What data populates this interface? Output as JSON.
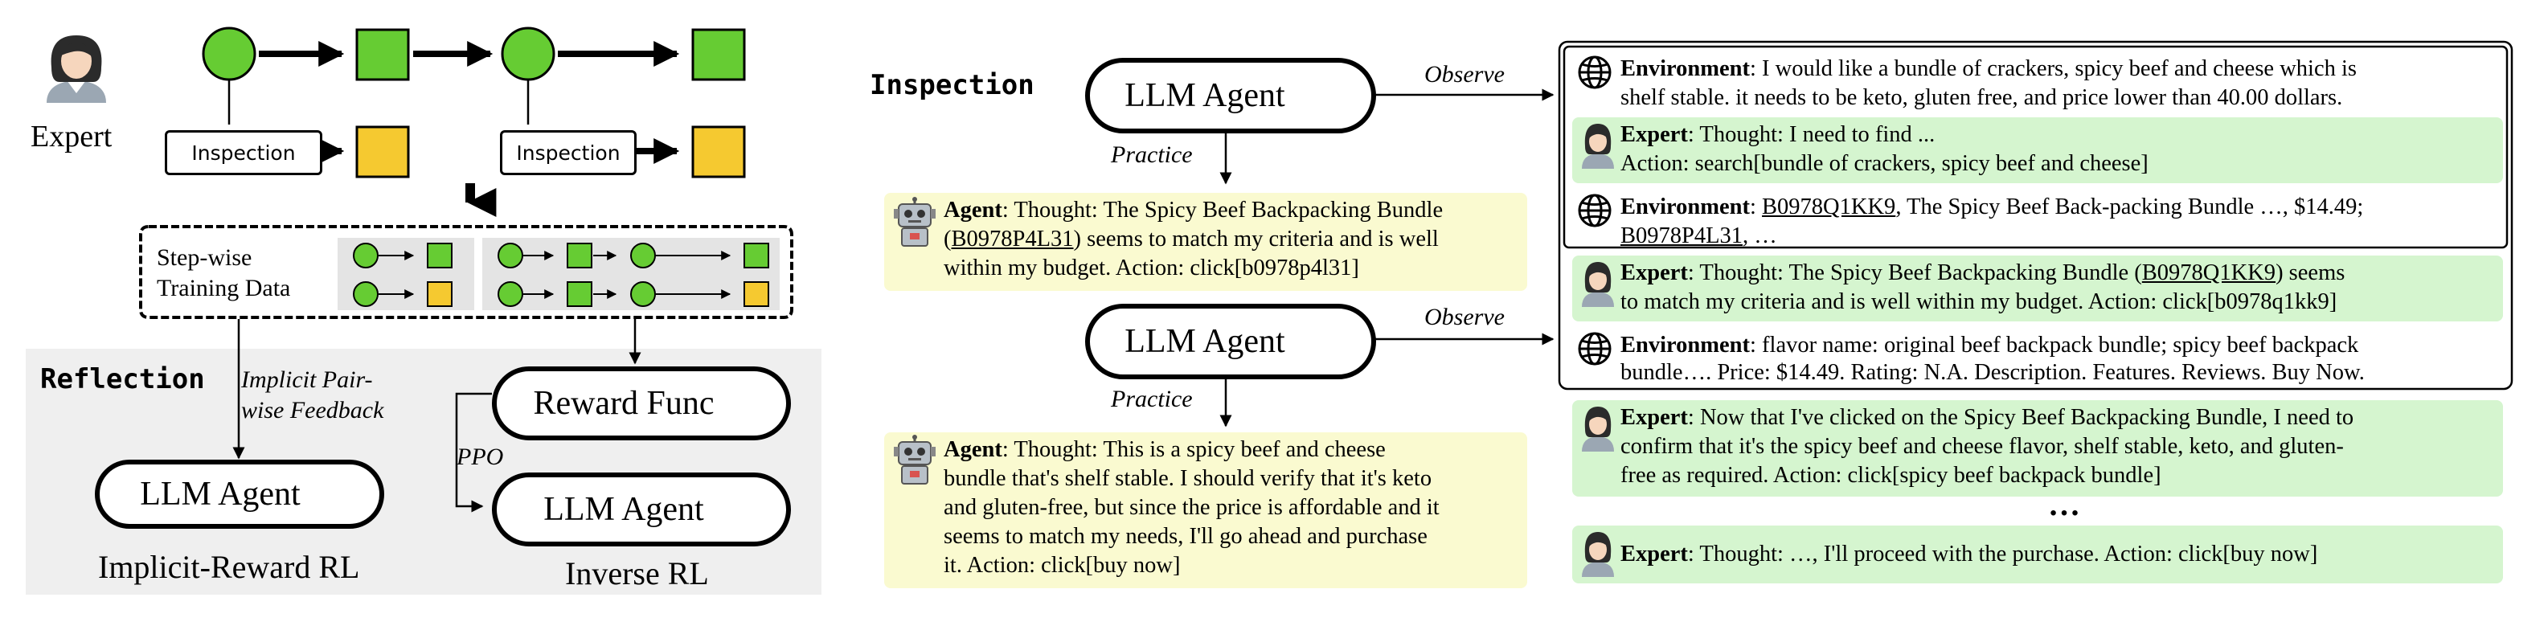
{
  "left": {
    "expert_label": "Expert",
    "inspection_label": "Inspection",
    "training_label_1": "Step-wise",
    "training_label_2": "Training Data",
    "reflection_label": "Reflection",
    "implicit_label_1": "Implicit Pair-",
    "implicit_label_2": "wise Feedback",
    "llm_agent_label": "LLM Agent",
    "reward_func_label": "Reward Func",
    "ppo_label": "PPO",
    "implicit_rl_label": "Implicit-Reward RL",
    "inverse_rl_label": "Inverse RL"
  },
  "right": {
    "inspection_label": "Inspection",
    "llm_agent_label": "LLM Agent",
    "observe_label": "Observe",
    "practice_label": "Practice",
    "agent_1": {
      "speaker": "Agent",
      "text_a": ": Thought: The Spicy Beef Backpacking Bundle",
      "text_b_pre": "(",
      "text_b_link": "B0978P4L31",
      "text_b_post": ") seems to match my criteria and is well",
      "text_c": "within my budget. Action: click[b0978p4l31]"
    },
    "agent_2": {
      "speaker": "Agent",
      "line_1": ": Thought: This is a spicy beef and cheese",
      "line_2": "bundle that's shelf stable. I should verify that it's keto",
      "line_3": "and gluten-free, but since the price is affordable and it",
      "line_4": "seems to match my needs, I'll go ahead and purchase",
      "line_5": "it. Action: click[buy now]"
    },
    "env_1": {
      "speaker": "Environment",
      "line_1": ": I would like a bundle of crackers, spicy beef and cheese which is",
      "line_2": "shelf stable. it needs to be keto, gluten free, and price lower than 40.00 dollars."
    },
    "expert_1": {
      "speaker": "Expert",
      "line_1": ": Thought: I need to find ...",
      "line_2": "Action: search[bundle of crackers, spicy beef and cheese]"
    },
    "env_2": {
      "speaker": "Environment",
      "sep": ": ",
      "link_1": "B0978Q1KK9",
      "line_1_rest": ", The Spicy Beef Back-packing Bundle …, $14.49;",
      "link_2": "B0978P4L31",
      "line_2_rest": ", …"
    },
    "expert_2": {
      "speaker": "Expert",
      "line_1_pre": ": Thought: The Spicy Beef Backpacking Bundle (",
      "link": "B0978Q1KK9",
      "line_1_post": ") seems",
      "line_2": "to match my criteria and is well within my budget. Action: click[b0978q1kk9]"
    },
    "env_3": {
      "speaker": "Environment",
      "line_1": ": flavor name: original beef backpack bundle; spicy beef backpack",
      "line_2": "bundle…. Price: $14.49. Rating: N.A. Description. Features. Reviews. Buy Now."
    },
    "expert_3": {
      "speaker": "Expert",
      "line_1": ": Now that I've clicked on the Spicy Beef Backpacking Bundle, I need to",
      "line_2": "confirm that it's the spicy beef and cheese flavor, shelf stable, keto, and gluten-",
      "line_3": "free as required. Action: click[spicy beef backpack bundle]"
    },
    "ellipsis": "…",
    "expert_4": {
      "speaker": "Expert",
      "line_1": ": Thought: …, I'll proceed with the purchase. Action: click[buy now]"
    }
  },
  "colors": {
    "node_green": "#66cc33",
    "node_yellow": "#f5c930",
    "panel_gray": "#efefef",
    "bubble_green": "#d5f5cf",
    "bubble_yellow": "#fafad0",
    "flame": "#c8462a",
    "snowflake": "#2a7fd6"
  }
}
